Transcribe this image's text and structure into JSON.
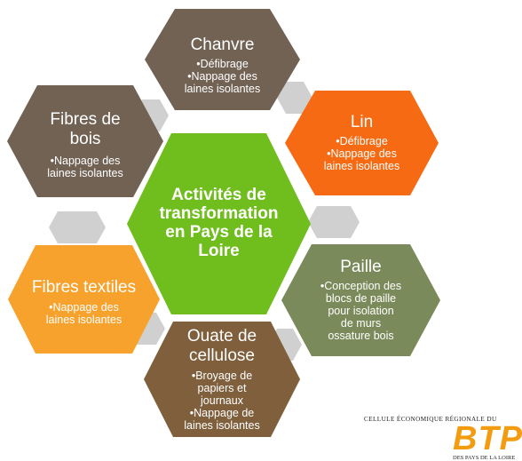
{
  "center": {
    "label": "Activités de transformation en Pays de la Loire",
    "lines": [
      "Activités de",
      "transformation",
      "en Pays de la",
      "Loire"
    ],
    "color": "#6fbe1e"
  },
  "nodes": [
    {
      "id": "chanvre",
      "title": "Chanvre",
      "items": [
        "•Défibrage",
        "•Nappage des",
        "laines isolantes"
      ],
      "color": "#716254"
    },
    {
      "id": "lin",
      "title": "Lin",
      "items": [
        "•Défibrage",
        "•Nappage des",
        "laines isolantes"
      ],
      "color": "#f56a12"
    },
    {
      "id": "paille",
      "title": "Paille",
      "items": [
        "•Conception des",
        "blocs de paille",
        "pour isolation",
        "de murs",
        "ossature bois"
      ],
      "color": "#7b8a5a"
    },
    {
      "id": "ouate",
      "title_lines": [
        "Ouate de",
        "cellulose"
      ],
      "items": [
        "•Broyage de",
        "papiers et",
        "journaux",
        "•Nappage de",
        "laines isolantes"
      ],
      "color": "#7f5f3c"
    },
    {
      "id": "textiles",
      "title": "Fibres textiles",
      "items": [
        "•Nappage des",
        "laines isolantes"
      ],
      "color": "#f7a22d"
    },
    {
      "id": "bois",
      "title_lines": [
        "Fibres de",
        "bois"
      ],
      "items": [
        "•Nappage des",
        "laines isolantes"
      ],
      "color": "#716254"
    }
  ],
  "connector_color": "#d0d0d0",
  "logo": {
    "tagline": "CELLULE ÉCONOMIQUE RÉGIONALE DU",
    "name": "BTP",
    "subline": "DES PAYS DE LA LOIRE",
    "color": "#f39c12"
  }
}
